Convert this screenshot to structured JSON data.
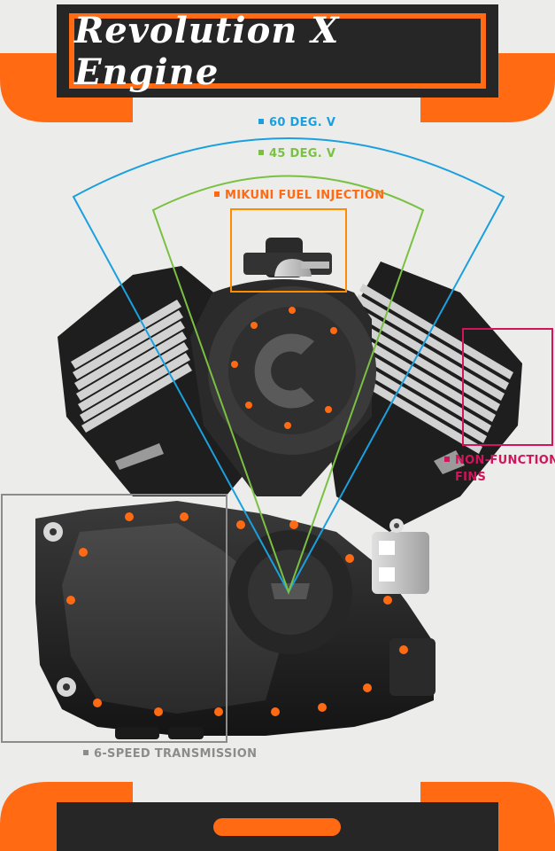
{
  "title": "Revolution X Engine",
  "colors": {
    "accent": "#ff6a13",
    "dark": "#262626",
    "blue": "#1aa0de",
    "green": "#7ac142",
    "magenta": "#d4145a",
    "gray": "#8c8c8c"
  },
  "labels": {
    "v60": "60 DEG. V",
    "v45": "45 DEG. V",
    "fuel": "MIKUNI FUEL INJECTION",
    "fins_line1": "NON-FUNCTIONAL",
    "fins_line2": "FINS",
    "transmission": "6-SPEED TRANSMISSION"
  }
}
